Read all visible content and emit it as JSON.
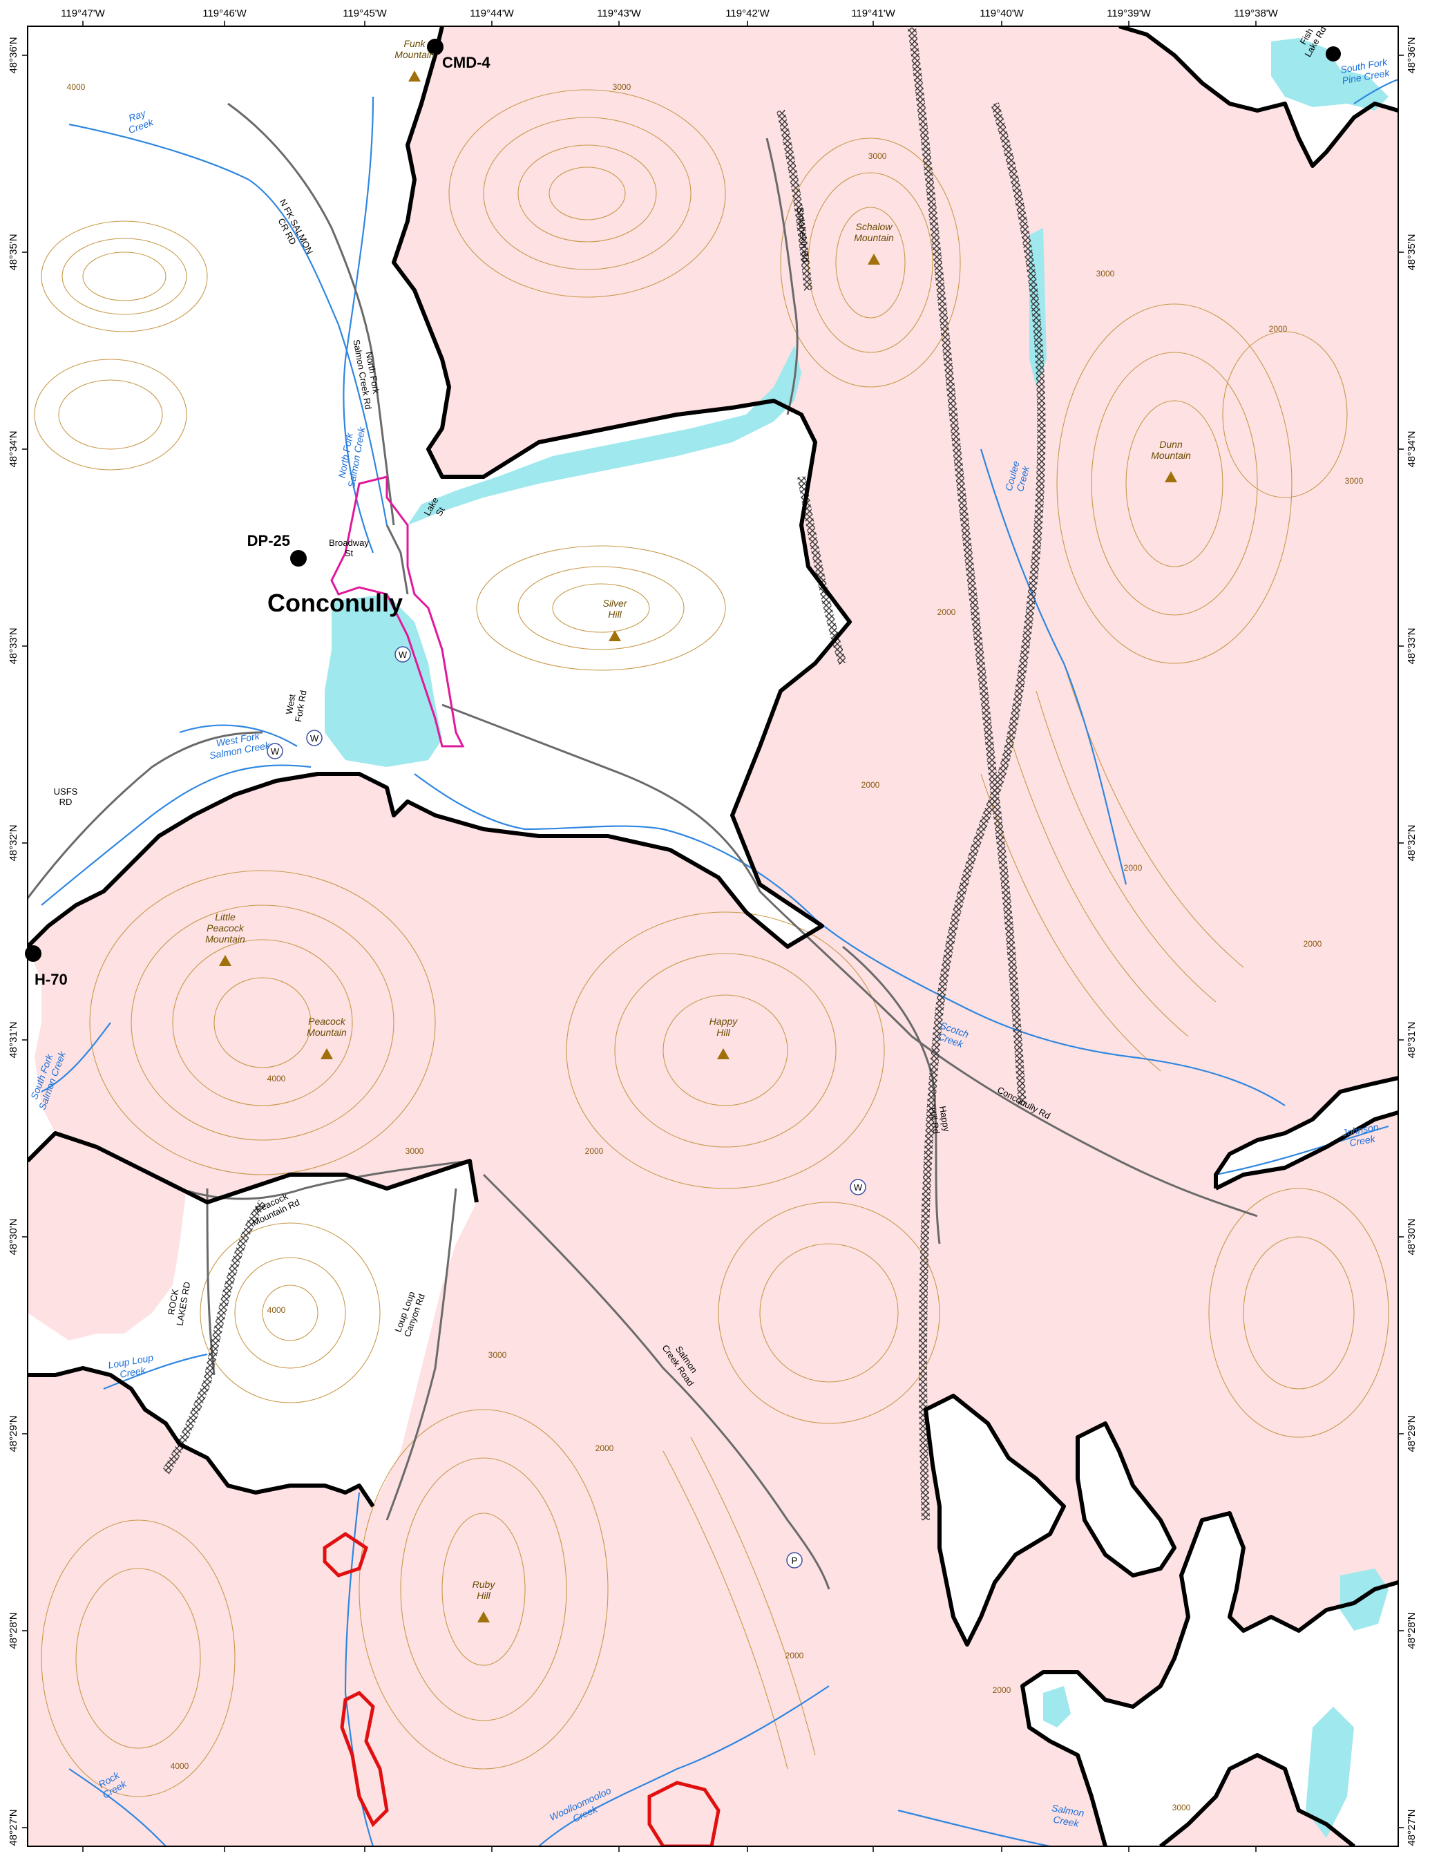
{
  "map": {
    "colors": {
      "land_private": "#ffffff",
      "land_public": "#fde1e3",
      "water": "#9ee8ee",
      "stream": "#2f86e0",
      "contour": "#c8994a",
      "boundary": "#000000",
      "town_limit": "#e0199a",
      "fire": "#e01010",
      "road": "#6a6a6a"
    },
    "longitude_ticks": [
      "119°47'W",
      "119°46'W",
      "119°45'W",
      "119°44'W",
      "119°43'W",
      "119°42'W",
      "119°41'W",
      "119°40'W",
      "119°39'W",
      "119°38'W"
    ],
    "latitude_ticks": [
      "48°36'N",
      "48°35'N",
      "48°34'N",
      "48°33'N",
      "48°32'N",
      "48°31'N",
      "48°30'N",
      "48°29'N",
      "48°28'N",
      "48°27'N"
    ],
    "town": "Conconully",
    "points": [
      {
        "label": "CMD-4"
      },
      {
        "label": "DP-25"
      },
      {
        "label": "H-70"
      }
    ],
    "peaks": [
      {
        "line1": "Funk",
        "line2": "Mountain"
      },
      {
        "line1": "Schalow",
        "line2": "Mountain"
      },
      {
        "line1": "Dunn",
        "line2": "Mountain"
      },
      {
        "line1": "Silver",
        "line2": "Hill"
      },
      {
        "line1": "Little",
        "line2": "Peacock",
        "line3": "Mountain"
      },
      {
        "line1": "Peacock",
        "line2": "Mountain"
      },
      {
        "line1": "Happy",
        "line2": "Hill"
      },
      {
        "line1": "Ruby",
        "line2": "Hill"
      }
    ],
    "water": [
      {
        "line1": "Ray",
        "line2": "Creek"
      },
      {
        "line1": "North Fork",
        "line2": "Salmon Creek"
      },
      {
        "line1": "West Fork",
        "line2": "Salmon Creek"
      },
      {
        "line1": "South Fork",
        "line2": "Salmon Creek"
      },
      {
        "line1": "Coulee",
        "line2": "Creek"
      },
      {
        "line1": "Scotch",
        "line2": "Creek"
      },
      {
        "line1": "Johnson",
        "line2": "Creek"
      },
      {
        "line1": "South Fork",
        "line2": "Pine Creek"
      },
      {
        "line1": "Loup Loup",
        "line2": "Creek"
      },
      {
        "line1": "Rock",
        "line2": "Creek"
      },
      {
        "line1": "Woolloomooloo",
        "line2": "Creek"
      },
      {
        "line1": "Salmon",
        "line2": "Creek"
      }
    ],
    "roads": [
      {
        "line1": "N FK SALMON",
        "line2": "CR RD"
      },
      {
        "line1": "North Fork",
        "line2": "Salmon Creek Rd"
      },
      {
        "line1": "Sinlahekin Rd"
      },
      {
        "line1": "Lake",
        "line2": "St"
      },
      {
        "line1": "Broadway",
        "line2": "St"
      },
      {
        "line1": "West",
        "line2": "Fork Rd"
      },
      {
        "line1": "USFS",
        "line2": "RD"
      },
      {
        "line1": "Peacock",
        "line2": "Mountain Rd"
      },
      {
        "line1": "ROCK",
        "line2": "LAKES RD"
      },
      {
        "line1": "Loup Loup",
        "line2": "Canyon Rd"
      },
      {
        "line1": "Salmon",
        "line2": "Creek Road"
      },
      {
        "line1": "Happy",
        "line2": "Hill Rd"
      },
      {
        "line1": "Conconully Rd"
      },
      {
        "line1": "Fish",
        "line2": "Lake Rd"
      }
    ],
    "symbols": {
      "water_point": "W",
      "parking": "P"
    },
    "contour_values": [
      "2000",
      "3000",
      "4000"
    ]
  }
}
